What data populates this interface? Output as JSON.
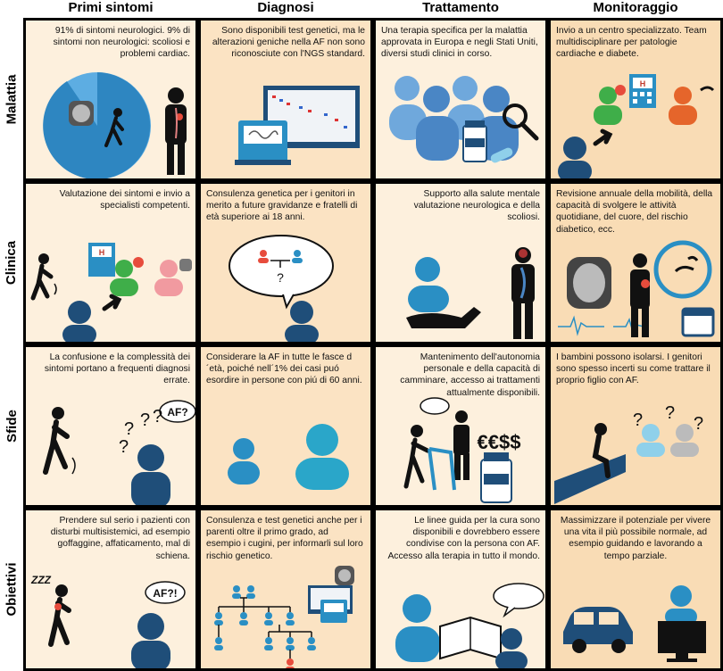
{
  "columns": [
    "Primi sintomi",
    "Diagnosi",
    "Trattamento",
    "Monitoraggio"
  ],
  "rows": [
    "Malattia",
    "Clinica",
    "Sfide",
    "Obiettivi"
  ],
  "cells": {
    "malattia": {
      "primi_sintomi": "91% di sintomi neurologici. 9% di sintomi non neurologici: scoliosi e problemi cardiac.",
      "diagnosi": "Sono disponibili test genetici, ma le alterazioni geniche nella AF non sono riconosciute con l'NGS standard.",
      "trattamento": "Una terapia specifica per la malattia approvata in Europa e negli Stati Uniti, diversi studi clinici in corso.",
      "monitoraggio": "Invio a un centro specializzato. Team multidisciplinare per patologie cardiache e diabete."
    },
    "clinica": {
      "primi_sintomi": "Valutazione dei sintomi e invio a specialisti competenti.",
      "diagnosi": "Consulenza genetica per i genitori in merito a future gravidanze e fratelli di età superiore ai 18 anni.",
      "trattamento": "Supporto alla salute mentale valutazione neurologica e della scoliosi.",
      "monitoraggio": "Revisione annuale della mobilità, della capacità di svolgere le attività quotidiane, del cuore, del rischio diabetico, ecc."
    },
    "sfide": {
      "primi_sintomi": "La confusione e la complessità dei sintomi portano a frequenti diagnosi errate.",
      "diagnosi": "Considerare la AF in tutte le fasce d´età, poiché nell´1% dei casi puó esordire in persone con piú di 60 anni.",
      "trattamento": "Mantenimento dell'autonomia personale e della capacità di camminare, accesso ai trattamenti attualmente disponibili.",
      "monitoraggio": "I bambini possono isolarsi. I genitori sono spesso incerti su come trattare il proprio figlio con AF."
    },
    "obiettivi": {
      "primi_sintomi": "Prendere sul serio i pazienti con disturbi multisistemici, ad esempio goffaggine, affaticamento, mal di schiena.",
      "diagnosi": "Consulenza e test genetici anche per i parenti oltre il primo grado, ad esempio i cugini, per informarli sul loro rischio genetico.",
      "trattamento": "Le linee guida per la cura sono disponibili e dovrebbero essere condivise con la persona con AF. Accesso alla terapia in tutto il mondo.",
      "monitoraggio": "Massimizzare il potenziale per vivere una vita il più possibile normale, ad esempio guidando e lavorando a tempo parziale."
    }
  },
  "bubbles": {
    "af_question": "AF?",
    "af_exclaim": "AF?!",
    "zzz": "ZZZ",
    "question": "?",
    "hospital": "H",
    "currency": "€€$$"
  },
  "colors": {
    "navy": "#1c3f6e",
    "blue": "#1f6fb5",
    "teal": "#2aa6c9",
    "pie": "#2e86c1",
    "pie_light": "#5dade2",
    "green": "#3fae49",
    "orange": "#e5652b",
    "pink": "#f19aa0",
    "light_blue": "#8fd0ea",
    "cell_bg": "#fbe3c3"
  }
}
